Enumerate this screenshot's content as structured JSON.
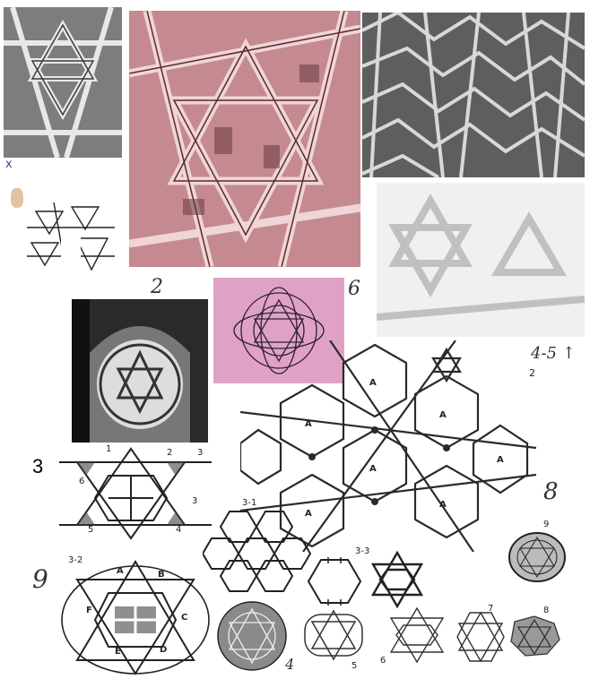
{
  "labels": {
    "photo2": "2",
    "photo6": "6",
    "arrow45": "4-5 ↑",
    "big3": "3",
    "big9": "9",
    "big8": "8",
    "pattern2": "2",
    "sketch_nums": [
      "1",
      "2",
      "3",
      "3",
      "4",
      "5",
      "6"
    ],
    "label31": "3-1",
    "label32": "3-2",
    "label33": "3-3",
    "hexletters": [
      "A",
      "B",
      "C",
      "D",
      "E",
      "F"
    ],
    "clusterA": "A",
    "r4": "4",
    "r5": "5",
    "r6": "6",
    "r7": "7",
    "r8": "8",
    "r9": "9",
    "corner_x": "x"
  },
  "colors": {
    "pink_photo": "#c98f93",
    "pink_tile": "#e3a9c8",
    "gray_texture": "#6d6d6d",
    "ink": "#2a2a2a"
  }
}
